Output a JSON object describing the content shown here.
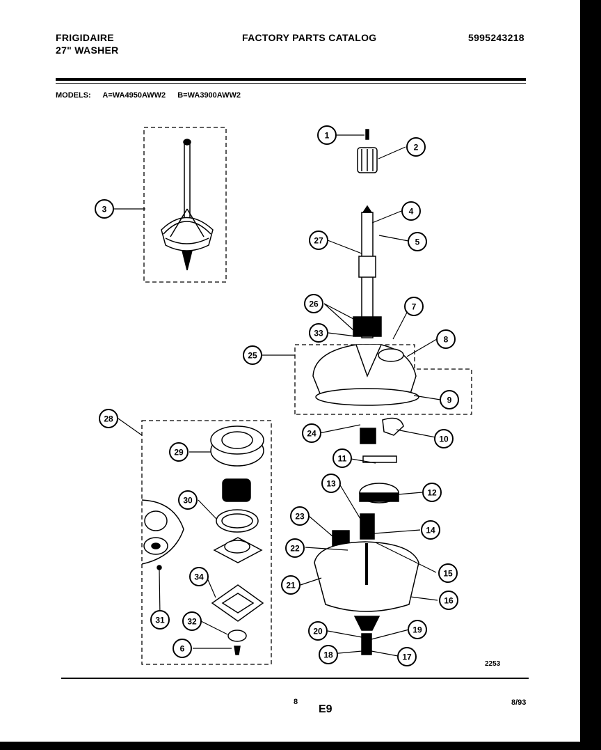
{
  "header": {
    "brand": "FRIGIDAIRE",
    "product": "27\" WASHER",
    "title": "FACTORY PARTS CATALOG",
    "part_number": "5995243218"
  },
  "models": {
    "label": "MODELS:",
    "a": "A=WA4950AWW2",
    "b": "B=WA3900AWW2"
  },
  "callouts": [
    "1",
    "2",
    "3",
    "4",
    "5",
    "6",
    "7",
    "8",
    "9",
    "10",
    "11",
    "12",
    "13",
    "14",
    "15",
    "16",
    "17",
    "18",
    "19",
    "20",
    "21",
    "22",
    "23",
    "24",
    "25",
    "26",
    "27",
    "28",
    "29",
    "30",
    "31",
    "32",
    "33",
    "34"
  ],
  "callouts_misc": {
    "c26": "26",
    "c28": "28",
    "c6b": "6"
  },
  "footer": {
    "page": "8",
    "code": "E9",
    "date": "8/93",
    "illustration": "2253"
  }
}
